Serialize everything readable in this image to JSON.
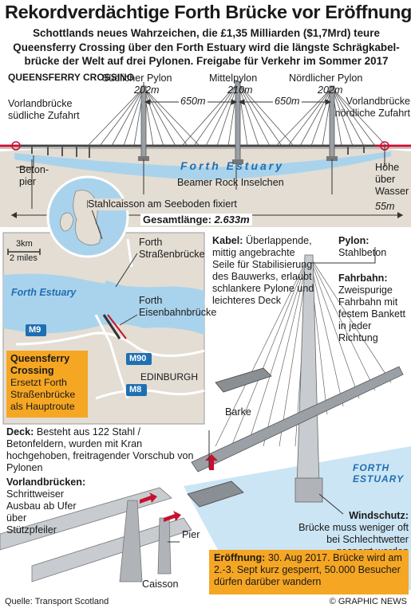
{
  "title": "Rekordverdächtige Forth Brücke vor Eröffnung",
  "subtitle_lines": [
    "Schottlands neues Wahrzeichen, die £1,35 Milliarden ($1,7Mrd) teure",
    "Queensferry Crossing über den Forth Estuary wird die längste Schrägkabel-",
    "brücke der Welt auf drei Pylonen. Freigabe für Verkehr im Sommer 2017"
  ],
  "elevation": {
    "bridge_name": "QUEENSFERRY CROSSING",
    "south_approach": "Vorlandbrücke südliche Zufahrt",
    "north_approach": "Vorlandbrücke nördliche Zufahrt",
    "pylons": [
      {
        "name": "Südlicher Pylon",
        "height": "202m"
      },
      {
        "name": "Mittelpylon",
        "height": "210m"
      },
      {
        "name": "Nördlicher Pylon",
        "height": "202m"
      }
    ],
    "span_1": "650m",
    "span_2": "650m",
    "estuary": "Forth Estuary",
    "beton_pier": "Beton- pier",
    "island": "Beamer Rock Inselchen",
    "caisson": "Stahlcaisson am Seeboden fixiert",
    "height_label": "Höhe über Wasser",
    "height_value": "55m",
    "total_length_label": "Gesamtlänge:",
    "total_length_value": "2.633m"
  },
  "map": {
    "scale_km": "3km",
    "scale_miles": "2 miles",
    "estuary": "Forth Estuary",
    "road_bridge": "Forth Straßenbrücke",
    "rail_bridge": "Forth Eisenbahnbrücke",
    "city": "EDINBURGH",
    "motorways": [
      "M9",
      "M90",
      "M8"
    ],
    "box_title": "Queensferry Crossing",
    "box_text": "Ersetzt Forth Straßenbrücke als Hauptroute"
  },
  "details": {
    "kabel_title": "Kabel:",
    "kabel_text": "Überlappende, mittig angebrachte Seile für Stabilisierung des Bauwerks, erlaubt schlankere Pylone und leichteres Deck",
    "pylon_title": "Pylon:",
    "pylon_text": "Stahlbeton",
    "fahrbahn_title": "Fahrbahn:",
    "fahrbahn_text": "Zweispurige Fahrbahn mit festem Bankett in jeder Richtung",
    "barge": "Barke",
    "deck_title": "Deck:",
    "deck_text": "Besteht aus 122 Stahl / Betonfeldern, wurden mit Kran hochgehoben, freitragender Vorschub von Pylonen",
    "estuary": "FORTH ESTUARY",
    "vorland_title": "Vorlandbrücken:",
    "vorland_text": "Schrittweiser Ausbau ab Ufer über Stützpfeiler",
    "pier": "Pier",
    "caisson": "Caisson",
    "wind_title": "Windschutz:",
    "wind_text": "Brücke muss weniger oft bei Schlechtwetter gesperrt werden",
    "opening_title": "Eröffnung:",
    "opening_text": "30. Aug 2017. Brücke wird am 2.-3. Sept kurz gesperrt, 50.000 Besucher dürfen darüber wandern"
  },
  "footer": {
    "source": "Quelle: Transport Scotland",
    "credit": "© GRAPHIC NEWS"
  },
  "colors": {
    "water": "#a9d3ec",
    "ground": "#e3ddd3",
    "orange": "#f5a623",
    "blue_text": "#1f6fb3",
    "road_red": "#c8102e"
  }
}
